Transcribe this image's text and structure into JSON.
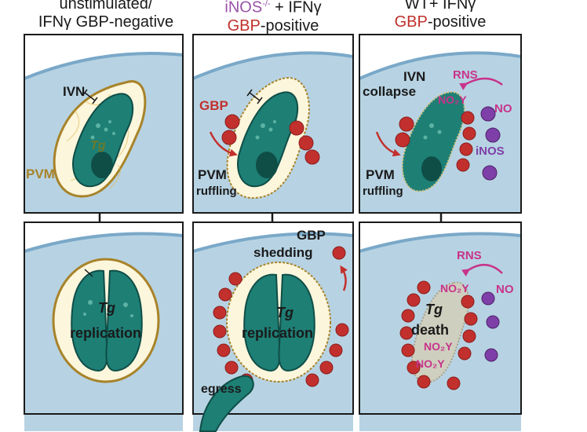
{
  "headers": {
    "col1_line1": "unstimulated/",
    "col1_line2": "IFNγ GBP-negative",
    "col2_line1_a": "iNOS",
    "col2_line1_sup": "-/-",
    "col2_line1_b": " + IFNγ",
    "col2_line2_a": "GBP",
    "col2_line2_b": "-positive",
    "col3_line1": "WT+ IFNγ",
    "col3_line2_a": "GBP",
    "col3_line2_b": "-positive"
  },
  "labels": {
    "ivn": "IVN",
    "tg": "Tg",
    "pvm": "PVM",
    "replication": "replication",
    "gbp": "GBP",
    "pvm2": "PVM",
    "ruffling": "ruffling",
    "shedding": "shedding",
    "egress": "egress",
    "ivn_collapse_1": "IVN",
    "ivn_collapse_2": "collapse",
    "rns": "RNS",
    "no": "NO",
    "no2y": "NO₂Y",
    "inos": "iNOS",
    "death": "death"
  },
  "colors": {
    "cytoplasm": "#b7d3e3",
    "membrane": "#7aa8c8",
    "vacuole": "#fbf6dc",
    "pvm_brown": "#a8832a",
    "parasite": "#1e7f75",
    "gbp_red": "#c2302d",
    "inos_purple": "#7e3fa8",
    "rns_magenta": "#c8338a"
  }
}
